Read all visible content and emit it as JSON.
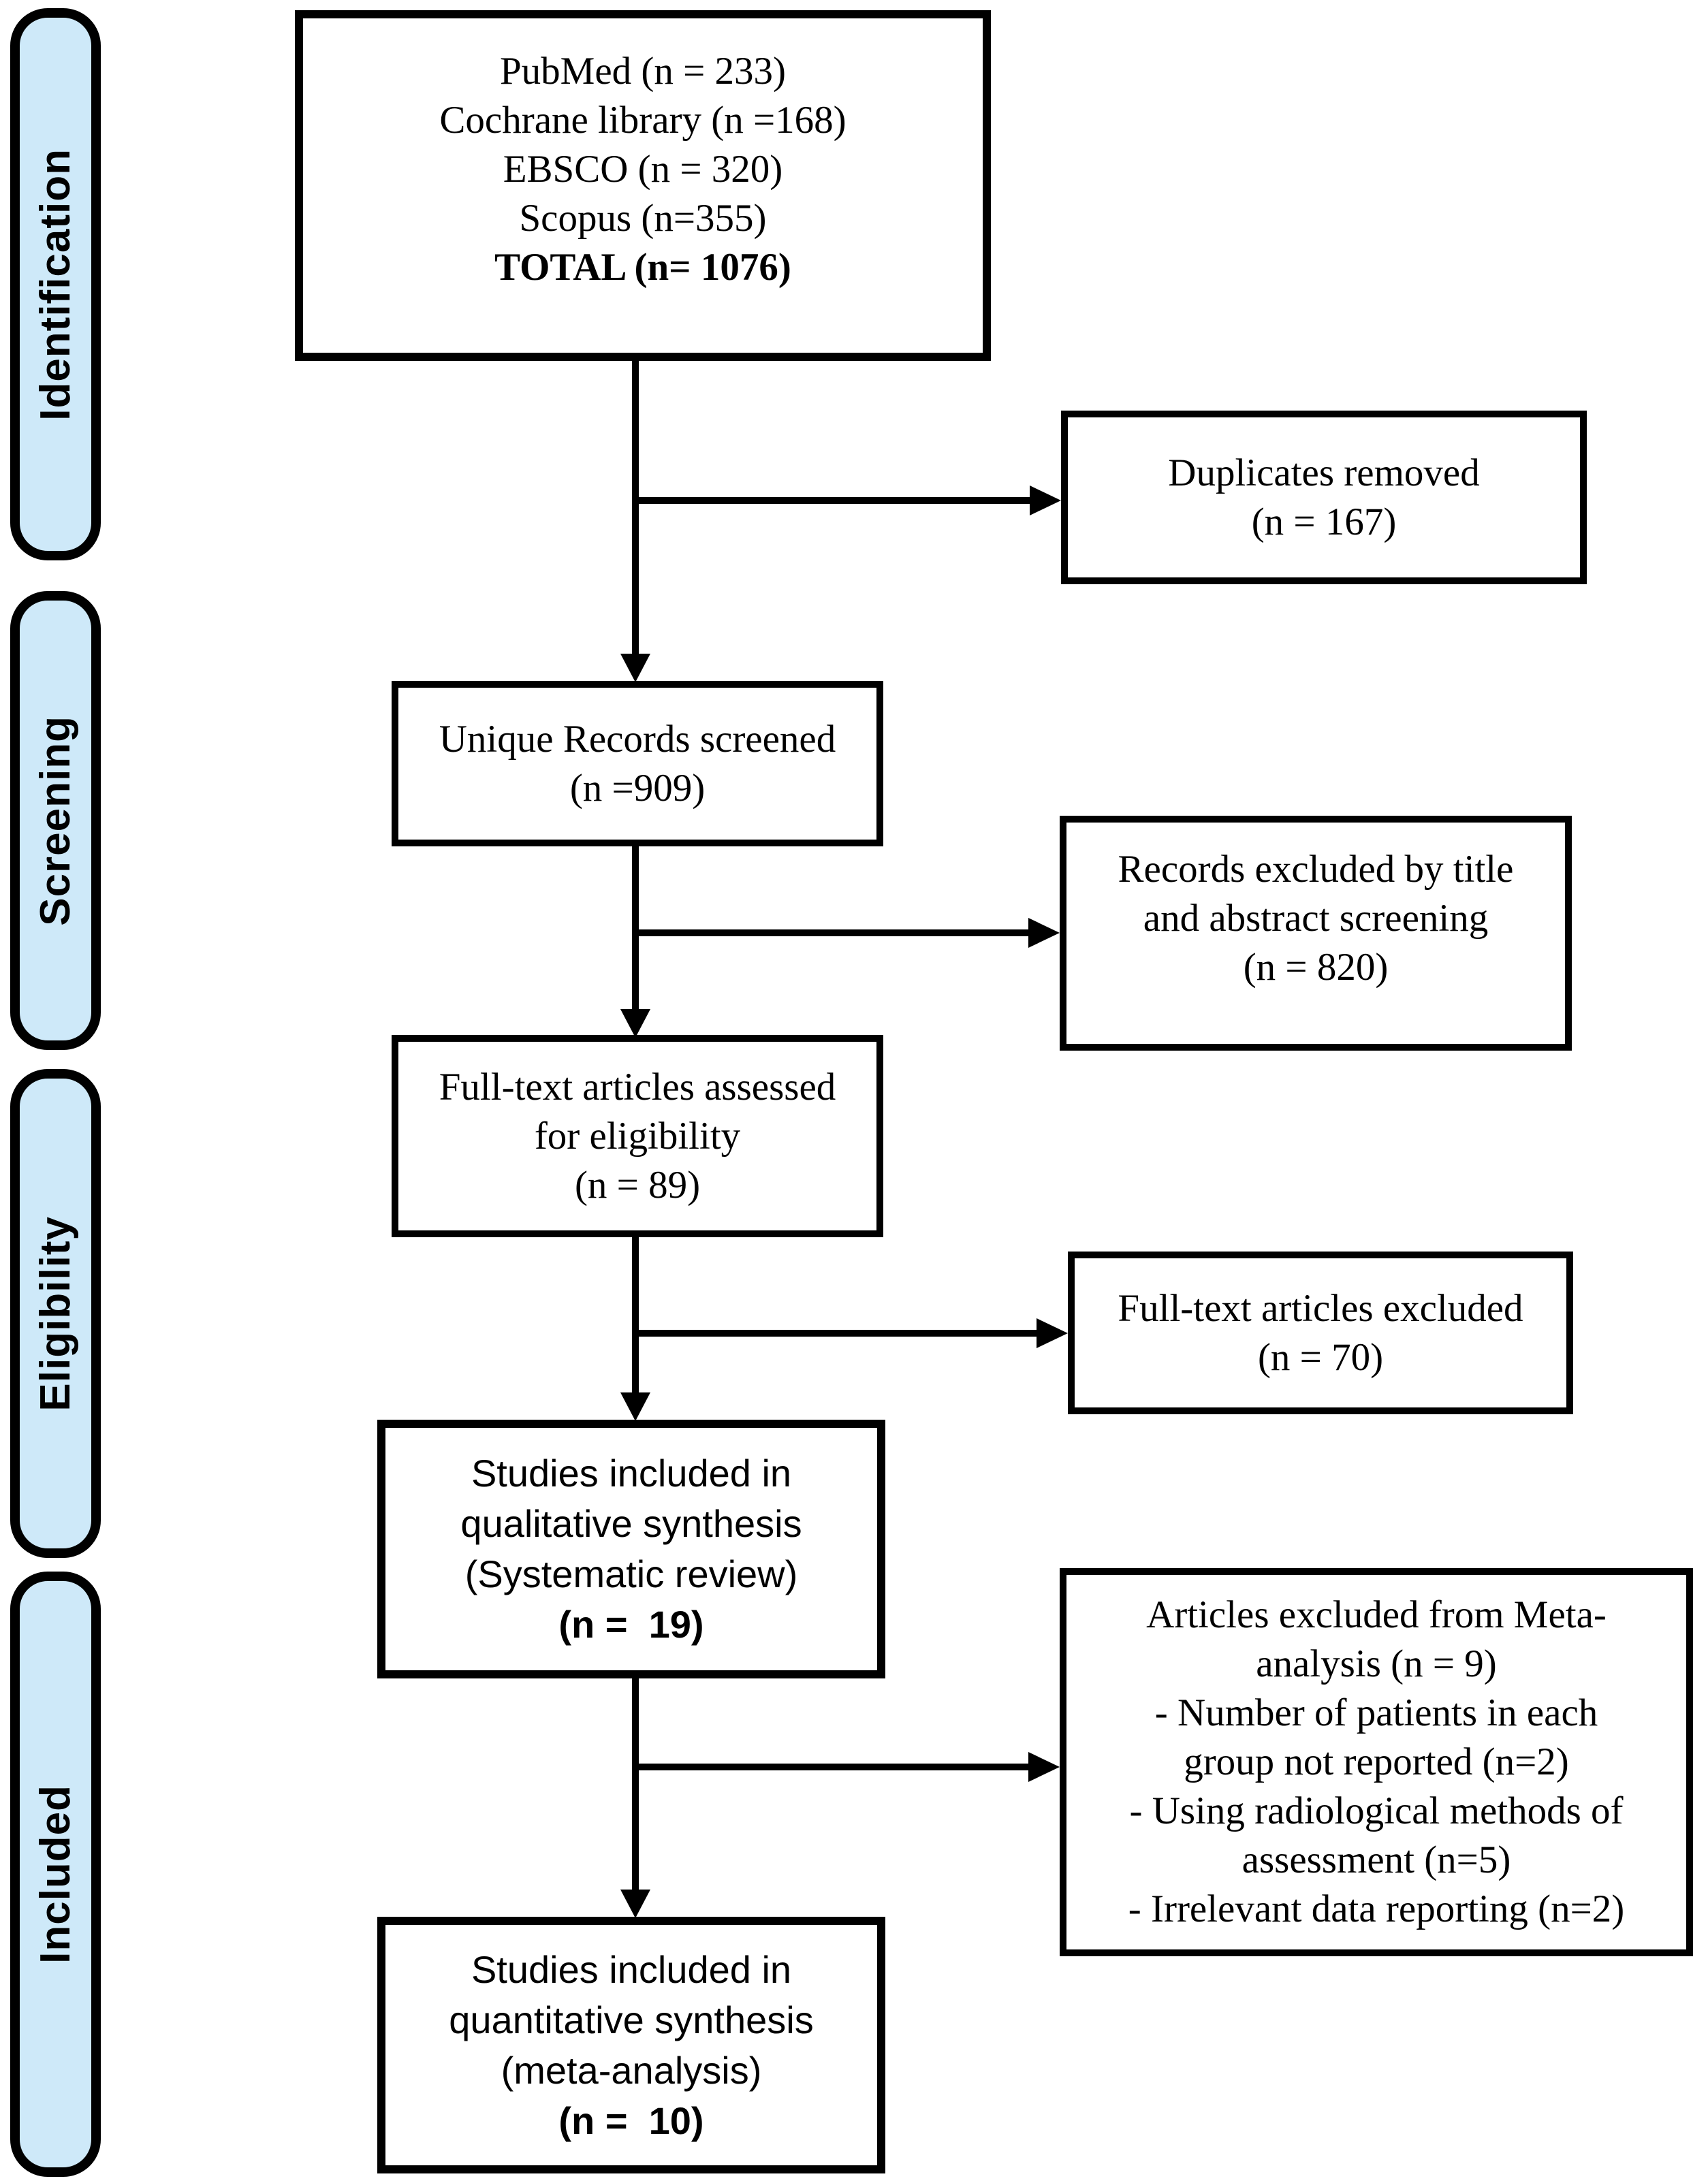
{
  "stages": {
    "identification": "Identification",
    "screening": "Screening",
    "eligibility": "Eligibility",
    "included": "Included"
  },
  "boxes": {
    "sources": {
      "line1": "PubMed (n = 233)",
      "line2": "Cochrane library (n =168)",
      "line3": "EBSCO (n = 320)",
      "line4": "Scopus (n=355)",
      "total": "TOTAL (n= 1076)"
    },
    "duplicates": {
      "line1": "Duplicates removed",
      "line2": "(n = 167)"
    },
    "screened": {
      "line1": "Unique Records screened",
      "line2": "(n =909)"
    },
    "excluded_title_abstract": {
      "line1": "Records excluded by title",
      "line2": "and abstract screening",
      "line3": "(n = 820)"
    },
    "fulltext_assessed": {
      "line1": "Full-text articles assessed",
      "line2": "for eligibility",
      "line3": "(n = 89)"
    },
    "fulltext_excluded": {
      "line1": "Full-text articles excluded",
      "line2": "(n = 70)"
    },
    "qualitative": {
      "line1": "Studies included in",
      "line2": "qualitative synthesis",
      "line3": "(Systematic review)",
      "total": "(n =  19)"
    },
    "excluded_meta": {
      "line1": "Articles excluded from Meta-",
      "line2": "analysis (n = 9)",
      "line3": "- Number of patients in each",
      "line4": "group not reported (n=2)",
      "line5": "- Using radiological methods of",
      "line6": "assessment (n=5)",
      "line7": "- Irrelevant data reporting (n=2)"
    },
    "quantitative": {
      "line1": "Studies included in",
      "line2": "quantitative synthesis",
      "line3": "(meta-analysis)",
      "total": "(n =  10)"
    }
  },
  "colors": {
    "stage_fill": "#cee9f9",
    "stage_border": "#000000",
    "box_border": "#000000",
    "box_fill": "#ffffff",
    "line": "#000000",
    "text": "#000000",
    "background": "#ffffff"
  }
}
